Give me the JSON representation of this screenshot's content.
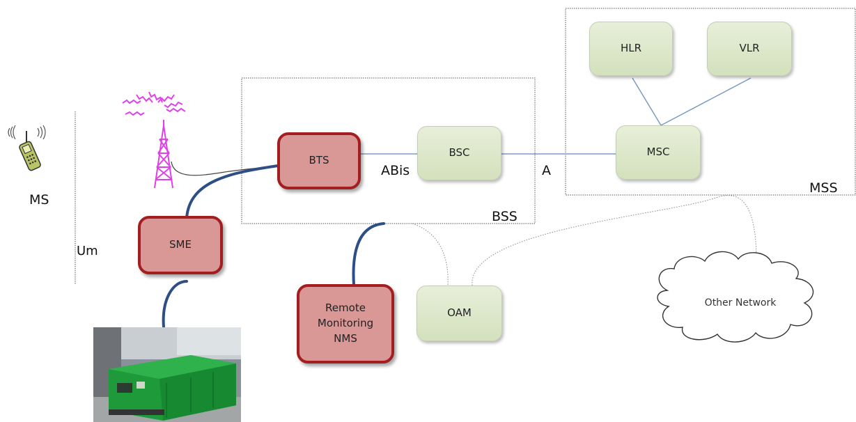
{
  "nodes": {
    "hlr": "HLR",
    "vlr": "VLR",
    "msc": "MSC",
    "bsc": "BSC",
    "bts": "BTS",
    "sme": "SME",
    "oam": "OAM",
    "nms": [
      "Remote",
      "Monitoring",
      "NMS"
    ]
  },
  "labels": {
    "ms": "MS",
    "um": "Um",
    "abis": "ABis",
    "a": "A",
    "bss": "BSS",
    "mss": "MSS",
    "other_network": "Other Network"
  },
  "colors": {
    "green_node": "#d9e5c5",
    "red_node": "#d99795",
    "red_border": "#a31e21",
    "thick_link": "#2e4f86",
    "thin_link": "#7b9bbf",
    "antenna": "#e040e8",
    "generator": "#1e9a3a"
  },
  "icons": {
    "mobile": "mobile-phone-icon",
    "antenna": "antenna-tower-icon",
    "generator": "generator-photo"
  }
}
